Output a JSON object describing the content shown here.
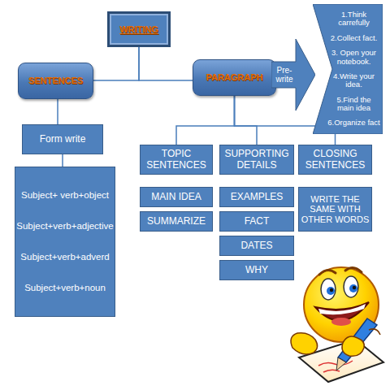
{
  "diagram": {
    "nodes": [
      {
        "text": [
          "WRITING"
        ]
      },
      {
        "text": [
          "SENTENCES"
        ]
      },
      {
        "text": [
          "PARAGRAPH"
        ]
      },
      {
        "text": [
          "Pre- write"
        ]
      },
      {
        "text": [
          "1.Think carrefully",
          "2.Collect fact.",
          "3. Open your notebook.",
          "4.Write your idea.",
          "5.Find the main idea",
          "6.Organize fact"
        ]
      },
      {
        "text": [
          "Form write"
        ]
      },
      {
        "text": [
          "Subject+ verb+object",
          "Subject+verb+adjective",
          "Subject+verb+adverd",
          "Subject+verb+noun"
        ]
      },
      {
        "text": [
          "TOPIC SENTENCES"
        ]
      },
      {
        "text": [
          "SUPPORTING DETAILS"
        ]
      },
      {
        "text": [
          "CLOSING SENTENCES"
        ]
      },
      {
        "text": [
          "MAIN IDEA"
        ]
      },
      {
        "text": [
          "EXAMPLES"
        ]
      },
      {
        "text": [
          "WRITE THE SAME WITH OTHER WORDS"
        ]
      },
      {
        "text": [
          "SUMMARIZE"
        ]
      },
      {
        "text": [
          "FACT"
        ]
      },
      {
        "text": [
          "DATES"
        ]
      },
      {
        "text": [
          "WHY"
        ]
      }
    ],
    "edges": [
      {
        "from": 0,
        "to": 1,
        "arrow": "none"
      },
      {
        "from": 0,
        "to": 2,
        "arrow": "none"
      },
      {
        "from": 1,
        "to": 5,
        "arrow": "none"
      },
      {
        "from": 5,
        "to": 6,
        "arrow": "none"
      },
      {
        "from": 2,
        "to": 7,
        "arrow": "none"
      },
      {
        "from": 2,
        "to": 8,
        "arrow": "none"
      },
      {
        "from": 2,
        "to": 9,
        "arrow": "none"
      }
    ]
  }
}
